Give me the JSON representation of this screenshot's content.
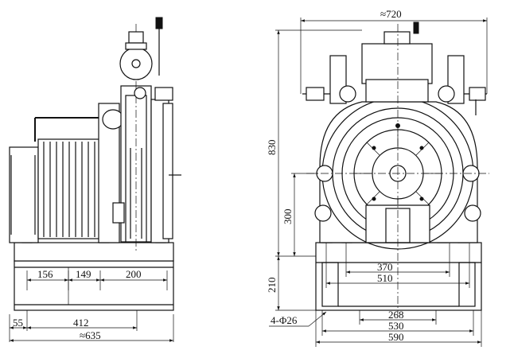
{
  "dimensions": {
    "side_view": {
      "d156": "156",
      "d149": "149",
      "d200": "200",
      "d55": "55",
      "d412": "412",
      "d635": "≈635"
    },
    "front_view": {
      "d720": "≈720",
      "d830": "830",
      "d300": "300",
      "d210": "210",
      "d370": "370",
      "d510": "510",
      "d268": "268",
      "d530": "530",
      "d590": "590",
      "hole_callout": "4-Φ26"
    }
  },
  "colors": {
    "line": "#111111",
    "background": "#ffffff"
  }
}
